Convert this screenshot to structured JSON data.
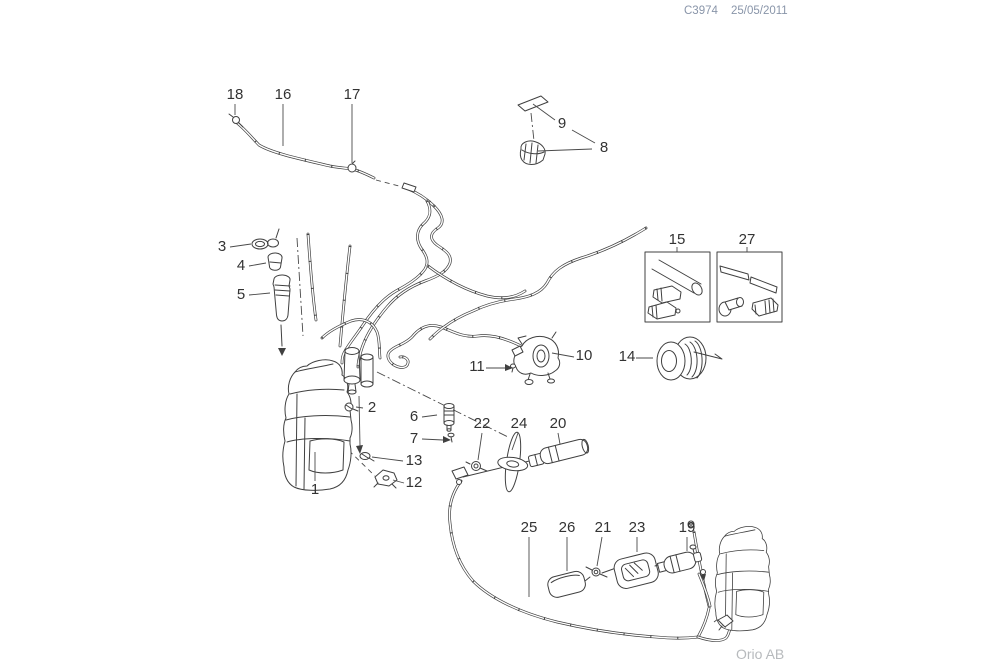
{
  "header": {
    "drawing_number": "C3974",
    "date": "25/05/2011"
  },
  "footer": {
    "brand": "Orio AB"
  },
  "diagram": {
    "description": "Exploded line-art parts diagram of a windshield and headlamp washer system with numbered callouts",
    "line_color": "#404040",
    "header_text_color": "#8995a9",
    "footer_text_color": "#b7babd",
    "background": "#ffffff",
    "callout_labels": [
      "1",
      "2",
      "3",
      "4",
      "5",
      "6",
      "7",
      "8",
      "9",
      "10",
      "11",
      "12",
      "13",
      "14",
      "15",
      "16",
      "17",
      "18",
      "19",
      "20",
      "21",
      "22",
      "23",
      "24",
      "25",
      "26",
      "27"
    ]
  }
}
